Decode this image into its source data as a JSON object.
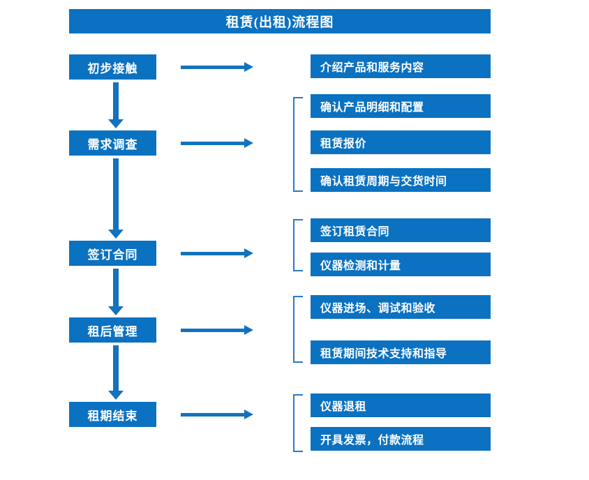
{
  "diagram": {
    "title": "租赁(出租)流程图",
    "colors": {
      "box_fill": "#0b71c1",
      "box_text": "#ffffff",
      "arrow": "#1272bd",
      "bracket": "#2a79c0",
      "background": "#ffffff"
    },
    "stages": [
      {
        "label": "初步接触"
      },
      {
        "label": "需求调查"
      },
      {
        "label": "签订合同"
      },
      {
        "label": "租后管理"
      },
      {
        "label": "租期结束"
      }
    ],
    "task_groups": [
      {
        "stage": "初步接触",
        "has_bracket": false,
        "tasks": [
          {
            "label": "介绍产品和服务内容"
          }
        ]
      },
      {
        "stage": "需求调查",
        "has_bracket": true,
        "tasks": [
          {
            "label": "确认产品明细和配置"
          },
          {
            "label": "租赁报价"
          },
          {
            "label": "确认租赁周期与交货时间"
          }
        ]
      },
      {
        "stage": "签订合同",
        "has_bracket": true,
        "tasks": [
          {
            "label": "签订租赁合同"
          },
          {
            "label": "仪器检测和计量"
          }
        ]
      },
      {
        "stage": "租后管理",
        "has_bracket": true,
        "tasks": [
          {
            "label": "仪器进场、调试和验收"
          },
          {
            "label": "租赁期间技术支持和指导"
          }
        ]
      },
      {
        "stage": "租期结束",
        "has_bracket": true,
        "tasks": [
          {
            "label": "仪器退租"
          },
          {
            "label": "开具发票，付款流程"
          }
        ]
      }
    ],
    "flow_arrows": {
      "vertical_count": 4,
      "horizontal_count": 5,
      "vertical_icon": "arrow-down-icon",
      "horizontal_icon": "arrow-right-icon"
    }
  }
}
